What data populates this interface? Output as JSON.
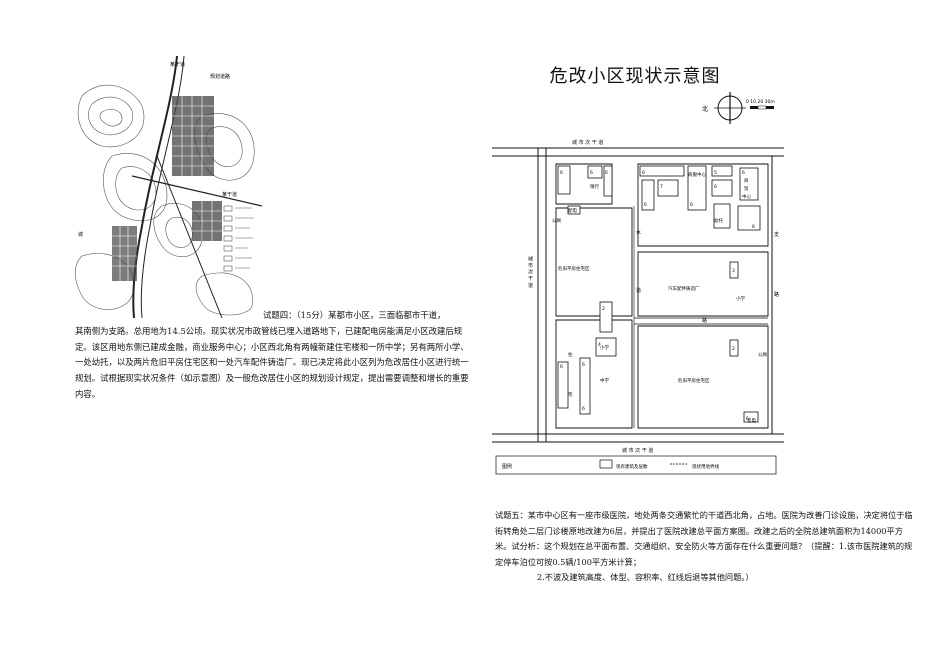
{
  "left_map": {
    "labels": {
      "top_road_a": "某干道",
      "top_road_b": "规划道路",
      "right_label": "某干道",
      "left_label": "城"
    }
  },
  "question4": {
    "lead": "试题四：（15分）某都市小区，三面临都市干道，",
    "body": "其南侧为支路。总用地为14.5公顷。现实状况市政管线已埋入道路地下，已建配电房能满足小区改建后规定。该区用地东侧已建成金融，商业服务中心；小区西北角有两幢新建住宅楼和一所中学；另有两所小学、一处幼托，以及两片危旧平房住宅区和一处汽车配件铸造厂。现已决定将此小区列为危改居住小区进行统一规划。试根据现实状况条件（如示意图）及一般危改居住小区的规划设计规定，提出需要调整和增长的重要内容。"
  },
  "right_map": {
    "title": "危改小区现状示意图",
    "north_label": "北",
    "scale_text": "0 10 20 30m",
    "road_north": "城 市 次 干 道",
    "road_south": "城 市 次 干 道",
    "road_west": "城 市 次 干 道",
    "road_east_a": "支",
    "road_east_b": "路",
    "road_middle_a": "水",
    "road_middle_b": "道",
    "road_lower": "路",
    "labels": {
      "bank": "银行",
      "business_center": "商服中心",
      "finance_center_a": "商",
      "finance_center_b": "贸",
      "finance_center_c": "中心",
      "kindergarten": "幼托",
      "power_room": "配电",
      "toilet_a": "公厕",
      "toilet_b": "公厕",
      "old_housing_a": "危旧平房住宅区",
      "old_housing_b": "危旧平房住宅区",
      "factory": "汽车配件铸造厂",
      "primary_a": "小学",
      "primary_b": "小学",
      "middle_school": "中学",
      "residence_a": "住",
      "residence_b": "宅",
      "substation": "变电"
    },
    "legend": {
      "title": "图例",
      "item1": "现有建筑及层数",
      "item2": "现状用地界线"
    },
    "floors": [
      "6",
      "6",
      "6",
      "6",
      "7",
      "6",
      "6",
      "5",
      "6",
      "6",
      "6",
      "3",
      "2",
      "2",
      "4",
      "6",
      "6",
      "6",
      "6"
    ]
  },
  "question5": {
    "text": "试题五：某市中心区有一座市级医院，地处两条交通繁忙的干道西北角，占地。医院为改善门诊设施，决定将位于临街转角处二层门诊楼原地改建为6层，并提出了医院改建总平面方案图。改建之后的全院总建筑面积为14000平方米。试分析：这个规划在总平面布置、交通组织、安全防火等方面存在什么重要问题？（提醒：1.该市医院建筑的规定停车泊位可按0.5辆/100平方米计算；",
    "hint2": "2.不波及建筑高度、体型、容积率、红线后退等其他问题。）"
  }
}
